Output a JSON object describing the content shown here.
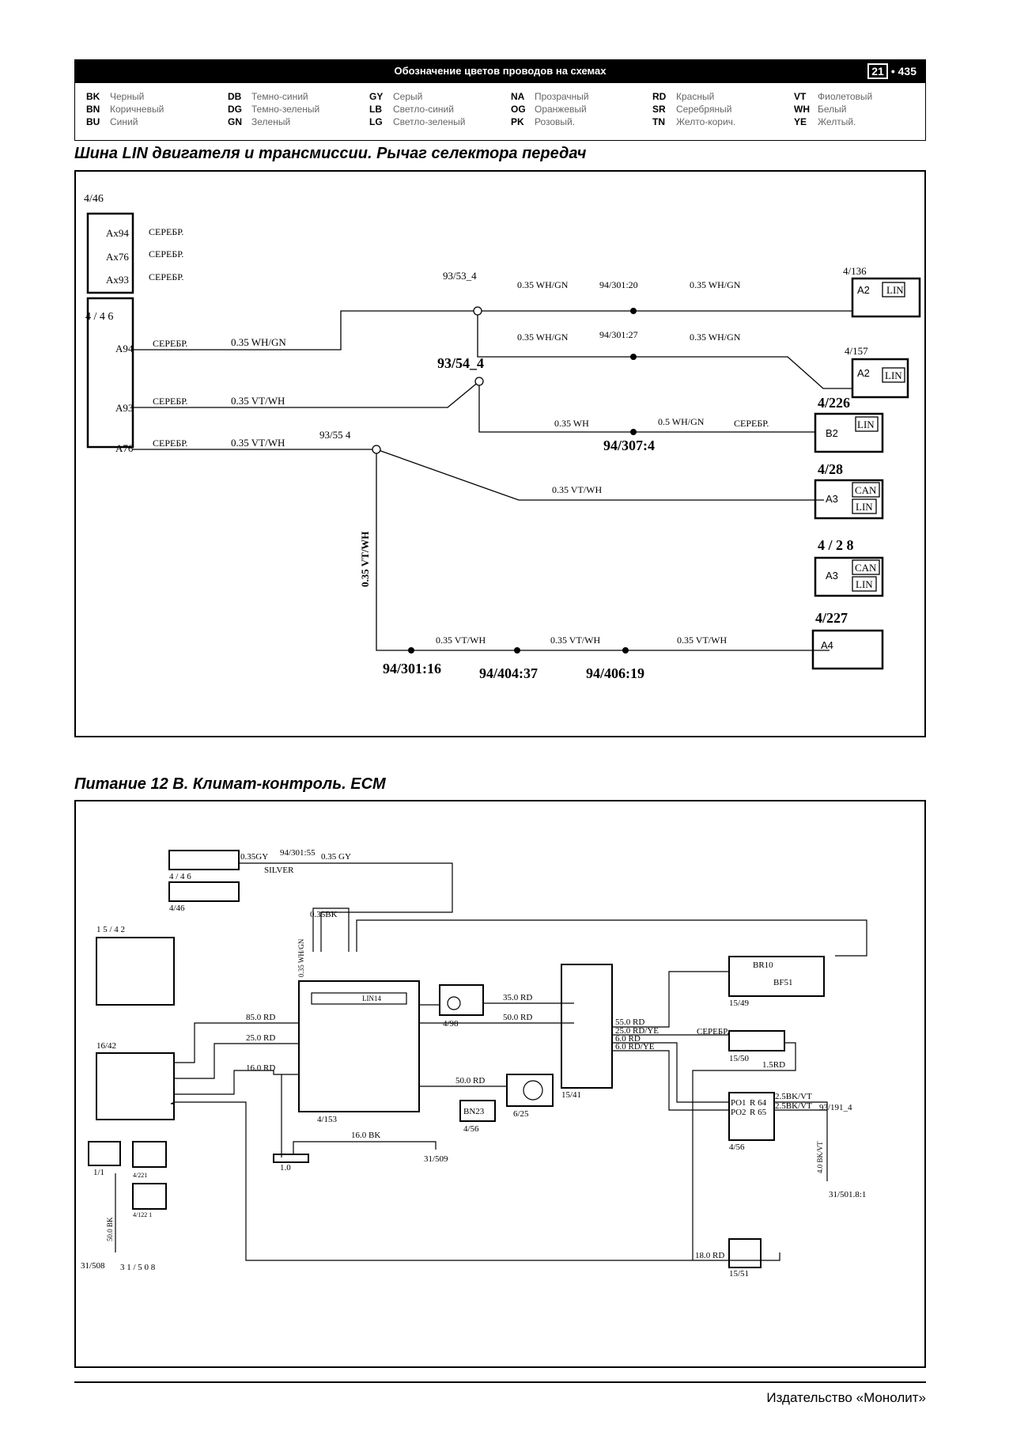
{
  "header": {
    "title": "Обозначение цветов проводов на схемах",
    "chapter": "21",
    "page": "435"
  },
  "legend": [
    [
      {
        "code": "BK",
        "name": "Черный"
      },
      {
        "code": "BN",
        "name": "Коричневый"
      },
      {
        "code": "BU",
        "name": "Синий"
      }
    ],
    [
      {
        "code": "DB",
        "name": "Темно-синий"
      },
      {
        "code": "DG",
        "name": "Темно-зеленый"
      },
      {
        "code": "GN",
        "name": "Зеленый"
      }
    ],
    [
      {
        "code": "GY",
        "name": "Серый"
      },
      {
        "code": "LB",
        "name": "Светло-синий"
      },
      {
        "code": "LG",
        "name": "Светло-зеленый"
      }
    ],
    [
      {
        "code": "NA",
        "name": "Прозрачный"
      },
      {
        "code": "OG",
        "name": "Оранжевый"
      },
      {
        "code": "PK",
        "name": "Розовый."
      }
    ],
    [
      {
        "code": "RD",
        "name": "Красный"
      },
      {
        "code": "SR",
        "name": "Серебряный"
      },
      {
        "code": "TN",
        "name": "Желто-корич."
      }
    ],
    [
      {
        "code": "VT",
        "name": "Фиолетовый"
      },
      {
        "code": "WH",
        "name": "Белый"
      },
      {
        "code": "YE",
        "name": "Желтый."
      }
    ]
  ],
  "section1": {
    "title": "Шина LIN двигателя и трансмиссии. Рычаг селектора передач",
    "comp_top_ref": "4/46",
    "comp_top_pins": [
      "Ax94",
      "Ax76",
      "Ax93"
    ],
    "comp_main_ref": "4 / 4 6",
    "comp_main_pins": [
      "A94",
      "A93",
      "A76"
    ],
    "silver": "СЕРЕБР.",
    "w_whgn": "0.35 WH/GN",
    "w_vtwh": "0.35 VT/WH",
    "w_wh": "0.35 WH",
    "w_5whgn": "0.5 WH/GN",
    "w_vert": "0.35   VT/WH",
    "n1": "93/53_4",
    "n2": "93/54_4",
    "n3": "93/55  4",
    "c1": "94/301:20",
    "c2": "94/301:27",
    "c3": "94/307:4",
    "c4": "94/301:16",
    "c5": "94/404:37",
    "c6": "94/406:19",
    "r1_ref": "4/136",
    "r2_ref": "4/157",
    "r3_ref": "4/226",
    "r4_ref": "4/28",
    "r5_ref": "4 / 2 8",
    "r6_ref": "4/227",
    "a2": "A2",
    "b2": "B2",
    "a3": "A3",
    "a4": "A4",
    "lin": "LIN",
    "can": "CAN"
  },
  "section2": {
    "title": "Питание 12 В. Климат-контроль. ECM",
    "l_a": "0.35GY",
    "l_b": "94/301:55",
    "l_c": "0.35 GY",
    "l_silver": "SILVER",
    "l_446a": "4 / 4 6",
    "l_446b": "4/46",
    "l_1542": "1 5 / 4 2",
    "l_1642": "16/42",
    "l_bk": "0.35BK",
    "l_vert": "0.35 WH/GN",
    "l_85": "85.0 RD",
    "l_25": "25.0 RD",
    "l_16": "16.0 RD",
    "l_35": "35.0 RD",
    "l_50a": "50.0 RD",
    "l_50b": "50.0 RD",
    "l_16bk": "16.0 BK",
    "l_4153": "4/153",
    "l_498": "4/98",
    "l_625": "6/25",
    "l_bn23": "BN23",
    "l_456": "4/56",
    "l_1541": "15/41",
    "l_1549": "15/49",
    "l_1550": "15/50",
    "l_1551": "15/51",
    "l_br10": "BR10",
    "l_bf51": "BF51",
    "l_r1": "55.0 RD",
    "l_r2": "25.0 RD/YE",
    "l_r3": "6.0 RD",
    "l_r4": "6.0 RD/YE",
    "l_serebr": "СЕРЕБР.",
    "l_15rd": "1.5RD",
    "l_po1": "PO1",
    "l_po2": "PO2",
    "l_r64": "R 64",
    "l_r65": "R 65",
    "l_wire1": "2.5BK/VT",
    "l_wire2": "2.5BK/VT",
    "l_93191": "93/191_4",
    "l_vert2": "4.0 BK/VT",
    "l_31501": "31/501.8:1",
    "l_4566": "4/56",
    "l_11": "1/1",
    "l_10": "1.0",
    "l_31509": "31/509",
    "l_4221": "4/221",
    "l_4122": "4/122 1",
    "l_31508a": "31/508",
    "l_31508b": "3 1 / 5 0 8",
    "l_bkv": "50.0 BK",
    "l_18rd": "18.0 RD",
    "l_lin14": "LIN14"
  },
  "footer": {
    "publisher": "Издательство «Монолит»"
  }
}
